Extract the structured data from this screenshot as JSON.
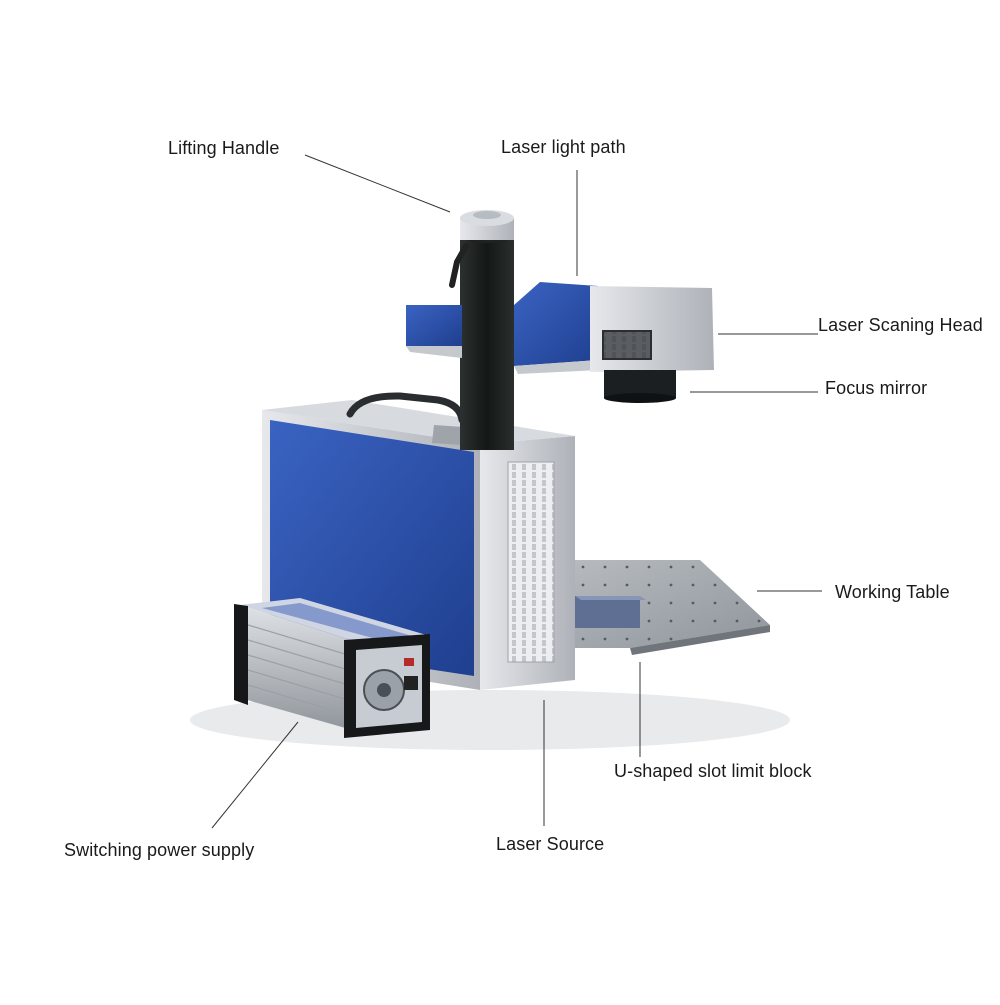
{
  "labels": {
    "lifting_handle": "Lifting Handle",
    "laser_light_path": "Laser light path",
    "laser_scanning_head": "Laser Scaning Head",
    "focus_mirror": "Focus mirror",
    "working_table": "Working Table",
    "u_shaped_block": "U-shaped slot limit block",
    "switching_power_supply": "Switching power supply",
    "laser_source": "Laser Source"
  },
  "colors": {
    "panel_blue": "#2f55b0",
    "panel_blue_dark": "#223f8a",
    "aluminum": "#c9ccd2",
    "column_black": "#1c2120",
    "table_gray": "#9aa0a6",
    "leader_line": "#333333"
  }
}
